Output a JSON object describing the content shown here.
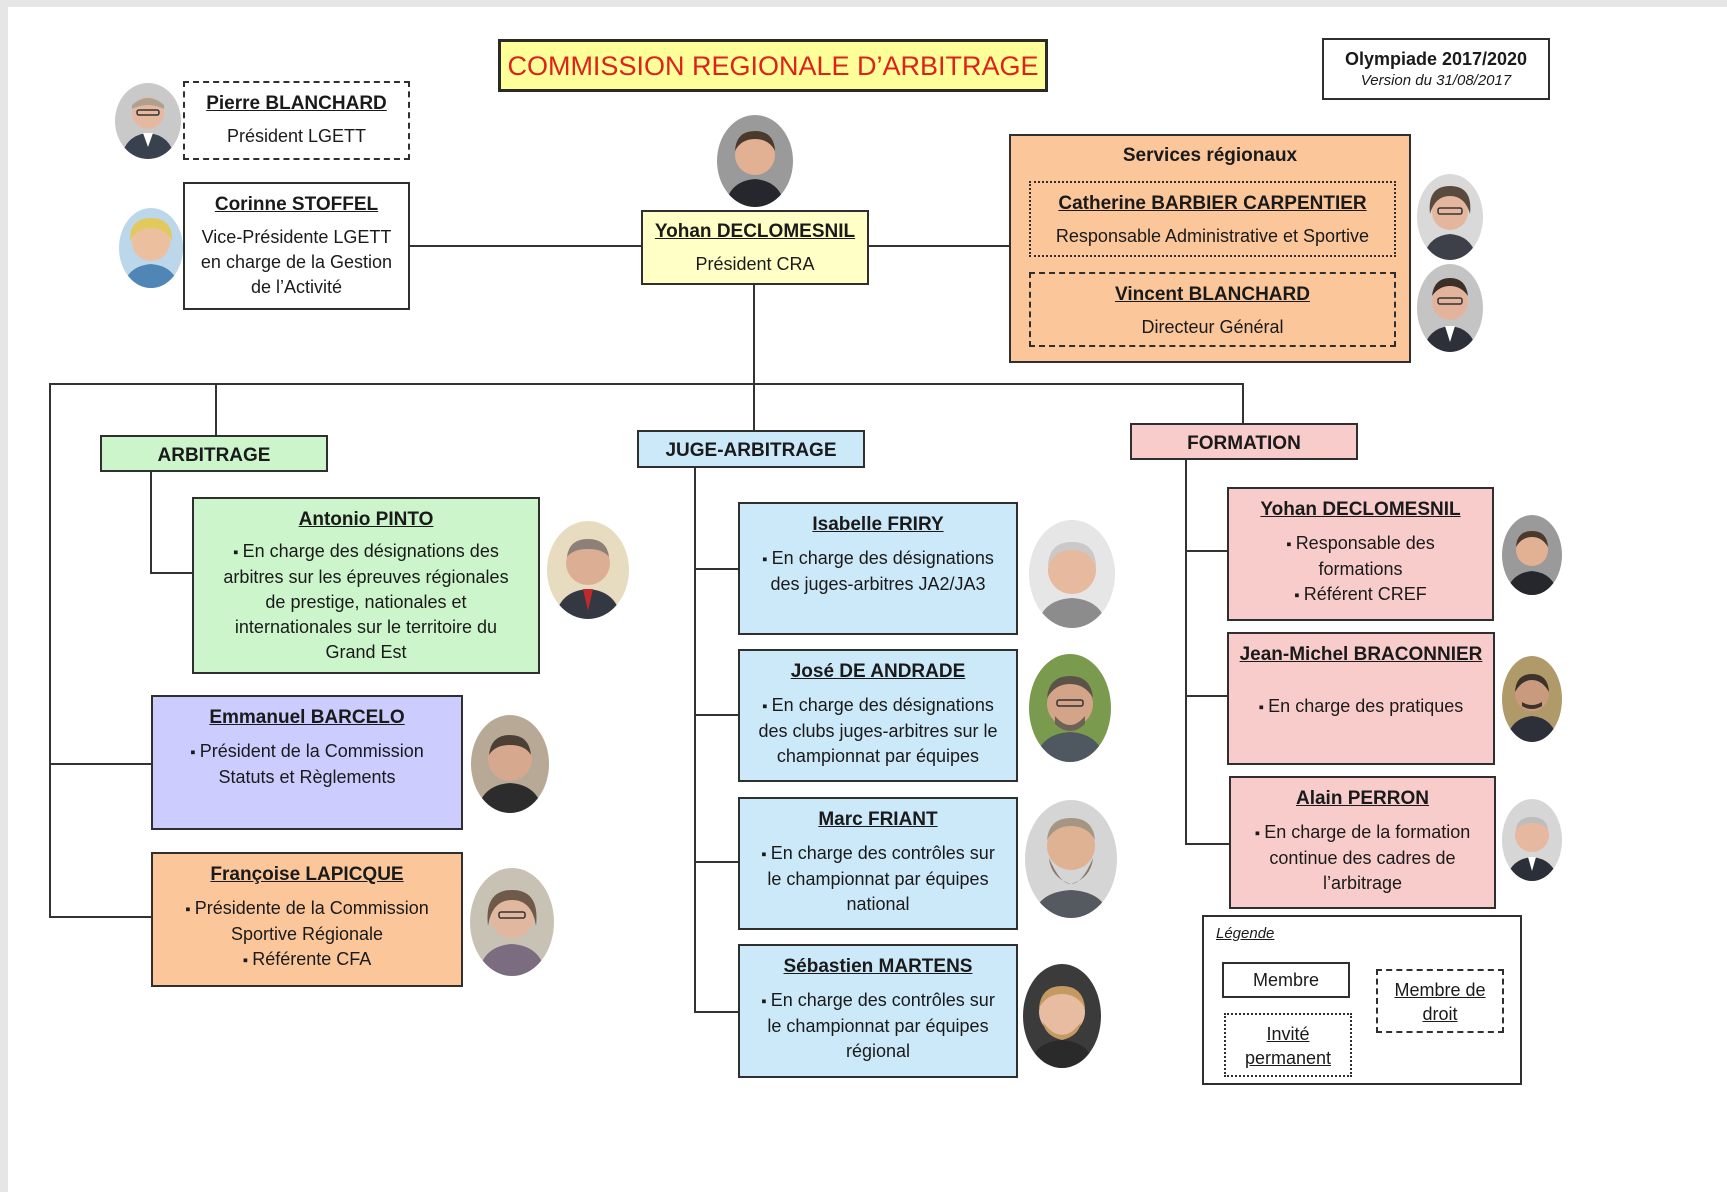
{
  "title": "COMMISSION REGIONALE D’ARBITRAGE",
  "olympiade": {
    "line1": "Olympiade 2017/2020",
    "line2": "Version du 31/08/2017"
  },
  "president_lgett": {
    "name": "Pierre BLANCHARD",
    "role": "Président LGETT"
  },
  "vice_president": {
    "name": "Corinne STOFFEL",
    "role_lines": [
      "Vice-Présidente LGETT",
      "en charge de la Gestion",
      "de l’Activité"
    ]
  },
  "president_cra": {
    "name": "Yohan DECLOMESNIL",
    "role": "Président CRA"
  },
  "services": {
    "title": "Services régionaux",
    "members": [
      {
        "name": "Catherine BARBIER CARPENTIER",
        "role": "Responsable Administrative et Sportive"
      },
      {
        "name": "Vincent BLANCHARD",
        "role": "Directeur Général"
      }
    ]
  },
  "poles": {
    "arbitrage": "ARBITRAGE",
    "juge_arbitrage": "JUGE-ARBITRAGE",
    "formation": "FORMATION"
  },
  "arbitrage_members": [
    {
      "name": "Antonio PINTO",
      "lines": [
        "En charge des désignations des",
        "arbitres sur les épreuves régionales",
        "de prestige, nationales et",
        "internationales sur le territoire du",
        "Grand Est"
      ]
    },
    {
      "name": "Emmanuel BARCELO",
      "lines": [
        "Président de la Commission",
        "Statuts et Règlements"
      ]
    },
    {
      "name": "Françoise LAPICQUE",
      "lines": [
        "Présidente de la Commission",
        "Sportive Régionale",
        "Référente CFA"
      ]
    }
  ],
  "ja_members": [
    {
      "name": "Isabelle FRIRY",
      "lines": [
        "En charge des désignations",
        "des juges-arbitres JA2/JA3"
      ]
    },
    {
      "name": "José DE ANDRADE",
      "lines": [
        "En charge des désignations",
        "des clubs juges-arbitres sur le",
        "championnat par équipes"
      ]
    },
    {
      "name": "Marc FRIANT",
      "lines": [
        "En charge des contrôles sur",
        "le championnat par équipes",
        "national"
      ]
    },
    {
      "name": "Sébastien MARTENS",
      "lines": [
        "En charge des contrôles sur",
        "le championnat par équipes",
        "régional"
      ]
    }
  ],
  "formation_members": [
    {
      "name": "Yohan DECLOMESNIL",
      "lines": [
        "Responsable des",
        "formations",
        "Référent CREF"
      ]
    },
    {
      "name": "Jean-Michel BRACONNIER",
      "lines": [
        "En charge des pratiques"
      ]
    },
    {
      "name": "Alain PERRON",
      "lines": [
        "En charge de la formation",
        "continue des cadres de",
        "l’arbitrage"
      ]
    }
  ],
  "legend": {
    "title": "Légende",
    "membre": "Membre",
    "membre_droit": [
      "Membre de",
      "droit"
    ],
    "invite": [
      "Invité",
      "permanent"
    ]
  },
  "colors": {
    "title_border": "#c00000",
    "title_bg": "#ffff99",
    "title_text": "#e0201b",
    "arbitrage": "#ccf5cc",
    "juge_arbitrage": "#cce9f9",
    "formation": "#f9cccc",
    "services": "#fbc79a",
    "president": "#ffffc6",
    "statuts": "#ccccff"
  }
}
